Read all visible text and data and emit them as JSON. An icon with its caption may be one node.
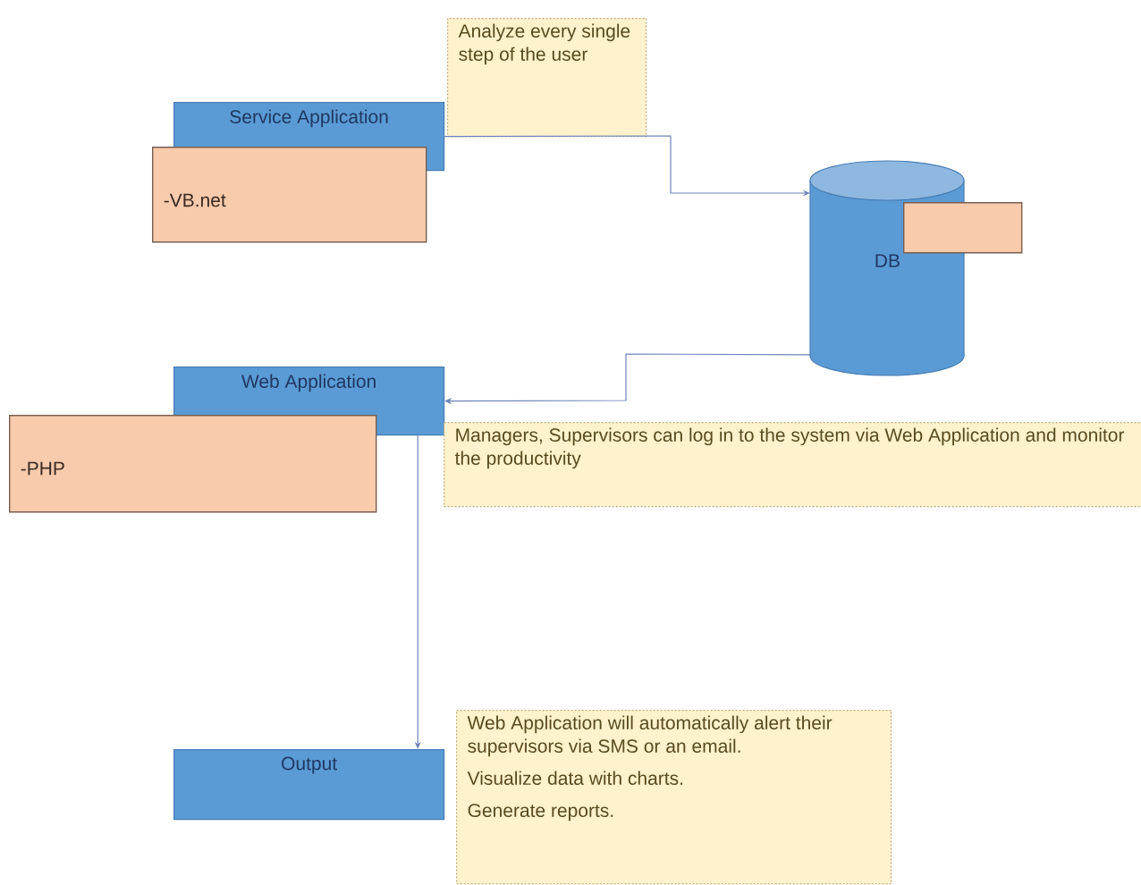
{
  "diagram": {
    "nodes": [
      {
        "text": [
          "Service Application"
        ]
      },
      {
        "text": [
          "Analyze every single step of the user"
        ]
      },
      {
        "text": [
          "-VB.net"
        ]
      },
      {
        "text": [
          "DB"
        ]
      },
      {
        "text": [],
        "shape": "box"
      },
      {
        "text": [
          "Web Application"
        ]
      },
      {
        "text": [
          "Managers, Supervisors can log in to the system via Web Application and monitor the productivity"
        ]
      },
      {
        "text": [
          "-PHP"
        ]
      },
      {
        "text": [
          "Output"
        ]
      },
      {
        "text": [
          "Web Application will automatically alert their supervisors via SMS or an email.",
          "Visualize data with charts.",
          "Generate reports."
        ]
      }
    ],
    "edges": [
      {
        "from": 0,
        "to": 3,
        "arrow": "to"
      },
      {
        "from": 3,
        "to": 5,
        "arrow": "to"
      },
      {
        "from": 5,
        "to": 8,
        "arrow": "to"
      }
    ]
  }
}
